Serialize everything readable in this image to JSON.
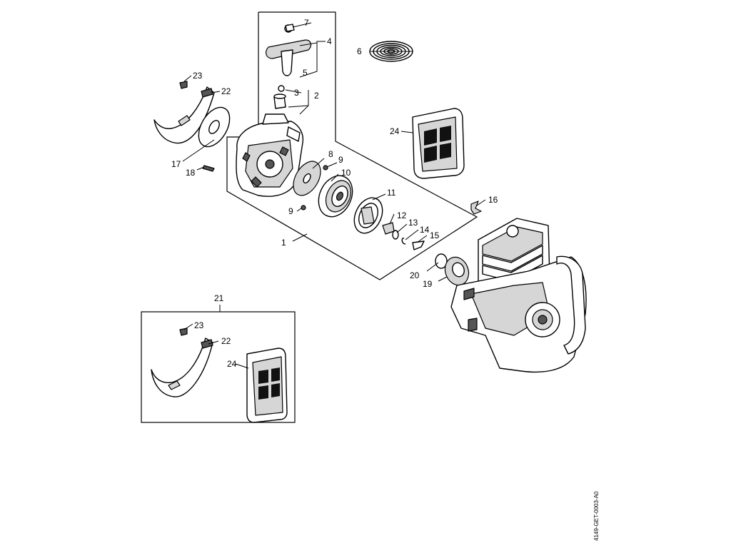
{
  "labels": {
    "p1": "1",
    "p2": "2",
    "p3": "3",
    "p4": "4",
    "p5": "5",
    "p6": "6",
    "p7": "7",
    "p8": "8",
    "p9a": "9",
    "p9b": "9",
    "p10": "10",
    "p11": "11",
    "p12": "12",
    "p13": "13",
    "p14": "14",
    "p15": "15",
    "p16": "16",
    "p17": "17",
    "p18": "18",
    "p19": "19",
    "p20": "20",
    "p21": "21",
    "p22a": "22",
    "p23a": "23",
    "p24a": "24",
    "p22b": "22",
    "p23b": "23",
    "p24b": "24"
  },
  "drawing_id": "4149-GET-0003-A0"
}
